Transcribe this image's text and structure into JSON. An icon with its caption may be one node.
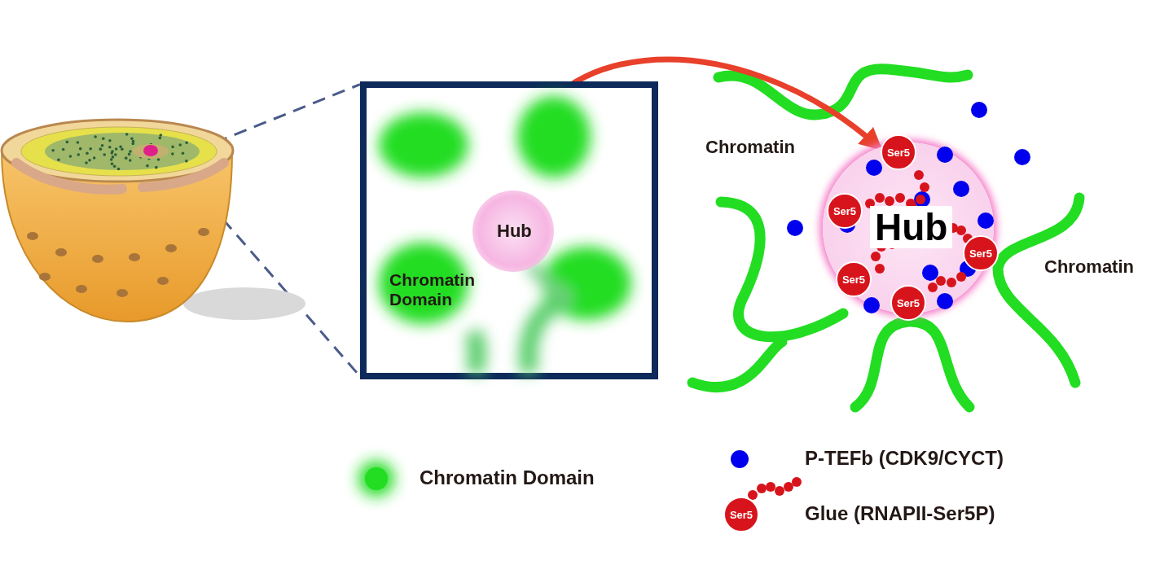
{
  "diagram": {
    "nodes": [
      {
        "text": [],
        "shape": "picture"
      },
      {
        "text": [],
        "shape": "box"
      },
      {
        "text": [
          "Hub"
        ],
        "in": 1
      },
      {
        "text": [
          "Hub"
        ]
      },
      {
        "text": [
          "Ser5"
        ],
        "in": 3
      },
      {
        "text": [
          "Ser5"
        ],
        "in": 3
      },
      {
        "text": [
          "Ser5"
        ],
        "in": 3
      },
      {
        "text": [
          "Ser5"
        ],
        "in": 3
      },
      {
        "text": [
          "Ser5"
        ],
        "in": 3
      },
      {
        "text": [
          "Ser5"
        ]
      }
    ],
    "edges": [
      {
        "from": 0,
        "to": 1,
        "arrow": "none",
        "style": "dashed",
        "color": "#4a5a8a"
      },
      {
        "from": 0,
        "to": 1,
        "arrow": "none",
        "style": "dashed",
        "color": "#4a5a8a"
      },
      {
        "from": 2,
        "to": 3,
        "arrow": "to",
        "style": "thick",
        "color": "#e8402a"
      }
    ],
    "labels": [
      "Chromatin Domain",
      "Chromatin",
      "Chromatin"
    ],
    "legend": [
      {
        "text": "Chromatin Domain",
        "color": "#22dd22"
      },
      {
        "text": "P-TEFb (CDK9/CYCT)",
        "color": "#0000ee"
      },
      {
        "text": "Glue (RNAPII-Ser5P)"
      }
    ]
  }
}
